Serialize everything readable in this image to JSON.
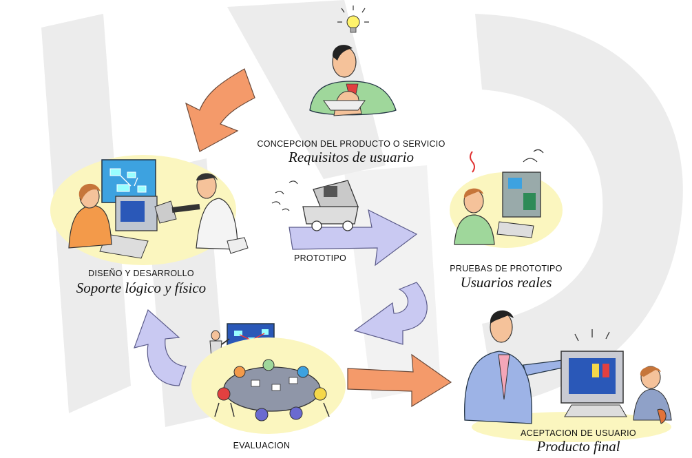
{
  "stages": {
    "concepcion": {
      "title": "CONCEPCION DEL PRODUCTO O SERVICIO",
      "subtitle": "Requisitos de usuario"
    },
    "diseno": {
      "title": "DISEÑO Y DESARROLLO",
      "subtitle": "Soporte lógico y físico"
    },
    "prototipo": {
      "title": "PROTOTIPO"
    },
    "pruebas": {
      "title": "PRUEBAS DE PROTOTIPO",
      "subtitle": "Usuarios reales"
    },
    "evaluacion": {
      "title": "EVALUACION"
    },
    "aceptacion": {
      "title": "ACEPTACION DE USUARIO",
      "subtitle": "Producto final"
    }
  },
  "colors": {
    "arrow_orange": "#f49a6a",
    "arrow_lavender": "#c9c9f2",
    "blob_yellow": "#fbf6bf",
    "watermark": "#ededed",
    "skin": "#f5c29a",
    "shirt_green": "#9fd79b",
    "monitor_blue": "#3da2e0"
  },
  "icons": [
    "lightbulb-icon",
    "thinking-man-icon",
    "design-team-icon",
    "prototype-truck-icon",
    "tester-icon",
    "meeting-table-icon",
    "presenter-icon",
    "handshake-computer-icon"
  ]
}
